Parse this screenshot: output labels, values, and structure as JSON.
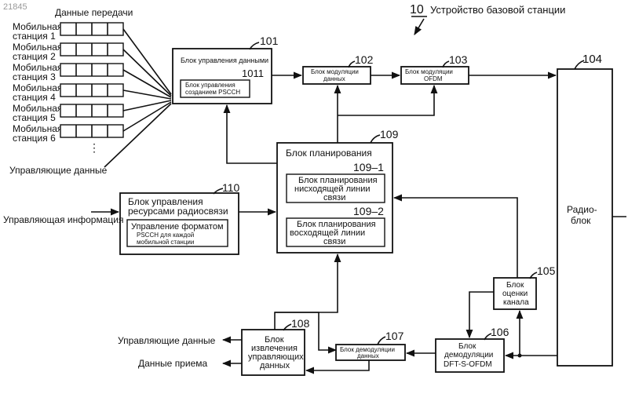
{
  "corner_id": "21845",
  "device": {
    "ref": "10",
    "title": "Устройство базовой станции"
  },
  "transmit_data_label": "Данные передачи",
  "stations": [
    {
      "line1": "Мобильная",
      "line2": "станция 1"
    },
    {
      "line1": "Мобильная",
      "line2": "станция 2"
    },
    {
      "line1": "Мобильная",
      "line2": "станция 3"
    },
    {
      "line1": "Мобильная",
      "line2": "станция 4"
    },
    {
      "line1": "Мобильная",
      "line2": "станция 5"
    },
    {
      "line1": "Мобильная",
      "line2": "станция 6"
    }
  ],
  "ellipsis": "⋮",
  "control_data_in": "Управляющие данные",
  "control_info_in": "Управляющая информация",
  "control_data_out": "Управляющие данные",
  "received_data_out": "Данные приема",
  "blocks": {
    "b101": {
      "ref": "101",
      "label": "Блок управления данными"
    },
    "b1011": {
      "ref": "1011",
      "line1": "Блок управления",
      "line2": "созданием PSCCH"
    },
    "b102": {
      "ref": "102",
      "line1": "Блок модуляции",
      "line2": "данных"
    },
    "b103": {
      "ref": "103",
      "line1": "Блок модуляции",
      "line2": "OFDM"
    },
    "b104": {
      "ref": "104",
      "line1": "Радио-",
      "line2": "блок"
    },
    "b105": {
      "ref": "105",
      "line1": "Блок",
      "line2": "оценки",
      "line3": "канала"
    },
    "b106": {
      "ref": "106",
      "line1": "Блок",
      "line2": "демодуляции",
      "line3": "DFT-S-OFDM"
    },
    "b107": {
      "ref": "107",
      "line1": "Блок демодуляции",
      "line2": "данных"
    },
    "b108": {
      "ref": "108",
      "line1": "Блок",
      "line2": "извлечения",
      "line3": "управляющих",
      "line4": "данных"
    },
    "b109": {
      "ref": "109",
      "label": "Блок планирования"
    },
    "b109_1": {
      "ref": "109–1",
      "line1": "Блок планирования",
      "line2": "нисходящей линии",
      "line3": "связи"
    },
    "b109_2": {
      "ref": "109–2",
      "line1": "Блок планирования",
      "line2": "восходящей линии",
      "line3": "связи"
    },
    "b110": {
      "ref": "110",
      "line1": "Блок управления",
      "line2": "ресурсами радиосвязи"
    },
    "b110_fmt": {
      "line1": "Управление форматом",
      "line2": "PSCCH для каждой",
      "line3": "мобильной станции"
    }
  }
}
